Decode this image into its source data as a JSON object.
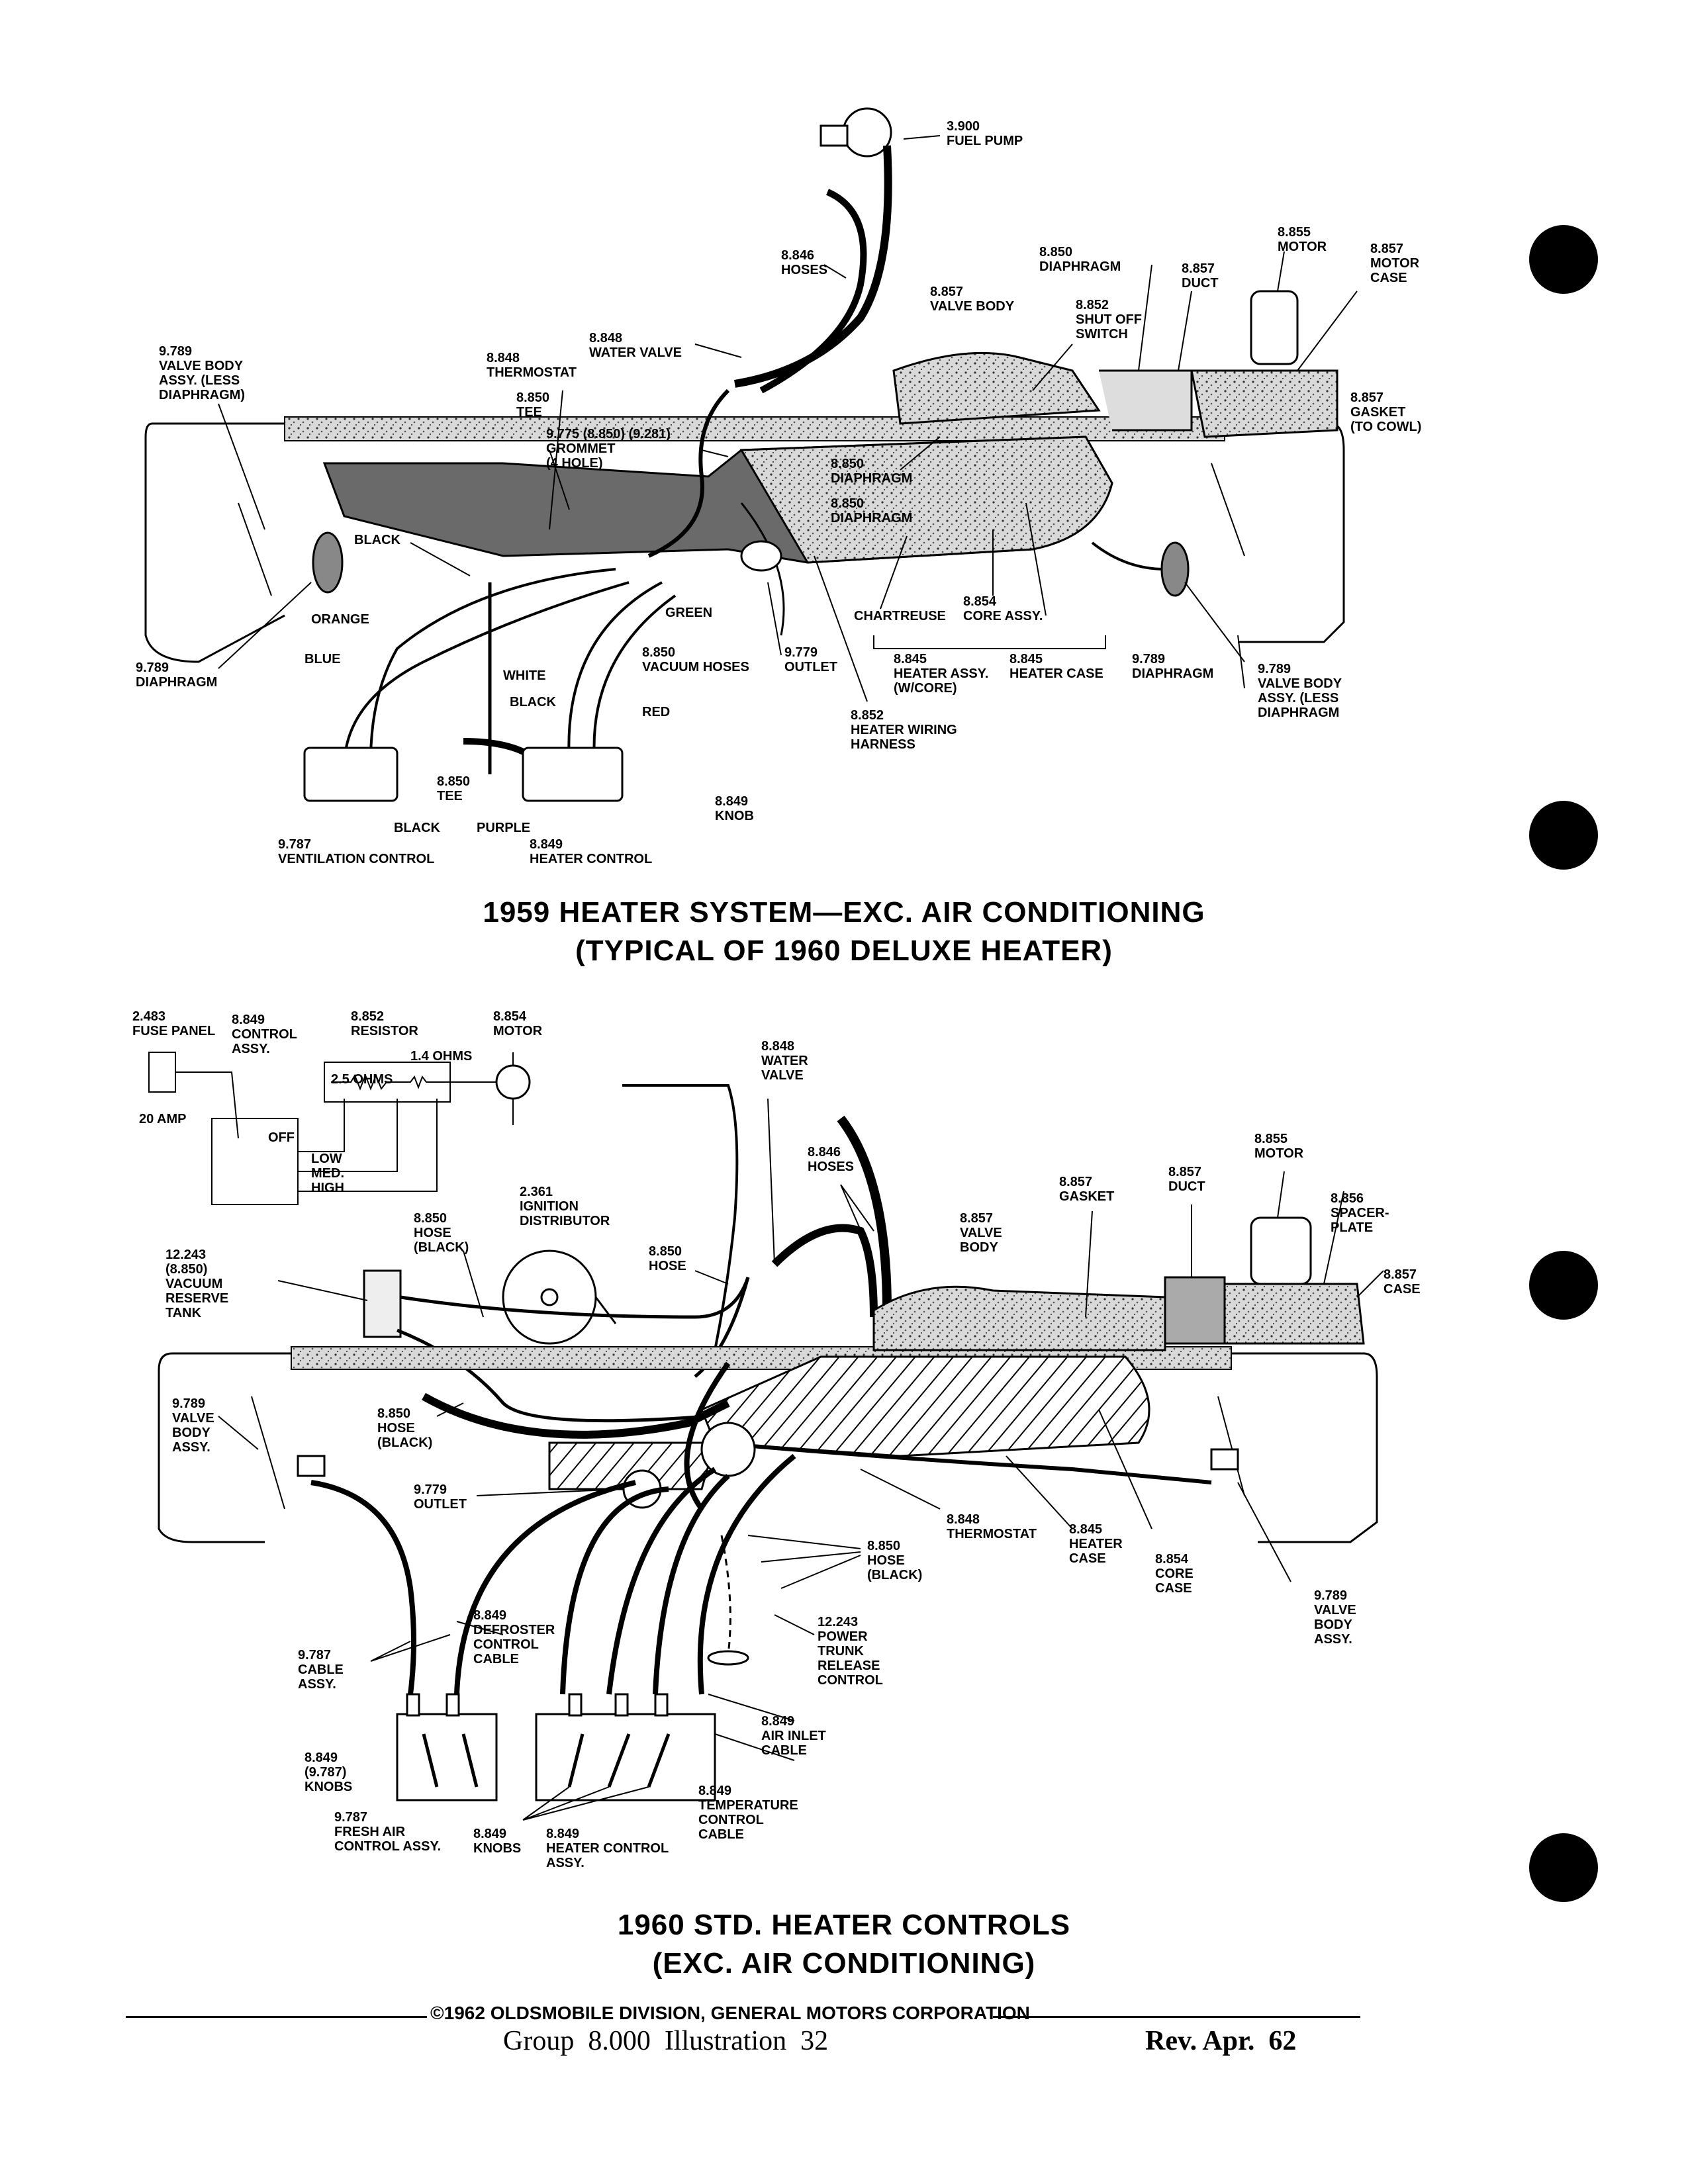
{
  "top": {
    "caption1": "1959 HEATER SYSTEM—EXC. AIR CONDITIONING",
    "caption2": "(TYPICAL OF 1960 DELUXE HEATER)",
    "labels": {
      "fuel_pump": [
        "3.900",
        "FUEL PUMP"
      ],
      "hoses": [
        "8.846",
        "HOSES"
      ],
      "diaphragm_top": [
        "8.850",
        "DIAPHRAGM"
      ],
      "valve_body": [
        "8.857",
        "VALVE BODY"
      ],
      "duct": [
        "8.857",
        "DUCT"
      ],
      "motor": [
        "8.855",
        "MOTOR"
      ],
      "motor_case": [
        "8.857",
        "MOTOR",
        "CASE"
      ],
      "shut_off_switch": [
        "8.852",
        "SHUT OFF",
        "SWITCH"
      ],
      "gasket": [
        "8.857",
        "GASKET",
        "(TO COWL)"
      ],
      "water_valve": [
        "8.848",
        "WATER VALVE"
      ],
      "thermostat": [
        "8.848",
        "THERMOSTAT"
      ],
      "tee_upper": [
        "8.850",
        "TEE"
      ],
      "grommet": [
        "9.775 (8.850) (9.281)",
        "GROMMET",
        "(4 HOLE)"
      ],
      "diaphragm_mid1": [
        "8.850",
        "DIAPHRAGM"
      ],
      "diaphragm_mid2": [
        "8.850",
        "DIAPHRAGM"
      ],
      "valve_body_left": [
        "9.789",
        "VALVE BODY",
        "ASSY. (LESS",
        "DIAPHRAGM)"
      ],
      "black1": [
        "BLACK"
      ],
      "orange": [
        "ORANGE"
      ],
      "blue": [
        "BLUE"
      ],
      "diaphragm_left": [
        "9.789",
        "DIAPHRAGM"
      ],
      "green": [
        "GREEN"
      ],
      "vacuum_hoses": [
        "8.850",
        "VACUUM HOSES"
      ],
      "white": [
        "WHITE"
      ],
      "black2": [
        "BLACK"
      ],
      "red": [
        "RED"
      ],
      "chartreuse": [
        "CHARTREUSE"
      ],
      "core_assy": [
        "8.854",
        "CORE ASSY."
      ],
      "outlet": [
        "9.779",
        "OUTLET"
      ],
      "heater_assy": [
        "8.845",
        "HEATER ASSY.",
        "(W/CORE)"
      ],
      "heater_case": [
        "8.845",
        "HEATER CASE"
      ],
      "diaphragm_right": [
        "9.789",
        "DIAPHRAGM"
      ],
      "valve_body_right": [
        "9.789",
        "VALVE BODY",
        "ASSY. (LESS",
        "DIAPHRAGM"
      ],
      "wiring_harness": [
        "8.852",
        "HEATER WIRING",
        "HARNESS"
      ],
      "tee_lower": [
        "8.850",
        "TEE"
      ],
      "knob": [
        "8.849",
        "KNOB"
      ],
      "black3": [
        "BLACK"
      ],
      "purple": [
        "PURPLE"
      ],
      "ventilation_control": [
        "9.787",
        "VENTILATION CONTROL"
      ],
      "heater_control": [
        "8.849",
        "HEATER CONTROL"
      ]
    }
  },
  "bottom": {
    "caption1": "1960 STD. HEATER CONTROLS",
    "caption2": "(EXC. AIR CONDITIONING)",
    "labels": {
      "fuse_panel": [
        "2.483",
        "FUSE PANEL"
      ],
      "amp": [
        "20 AMP"
      ],
      "control_assy": [
        "8.849",
        "CONTROL",
        "ASSY."
      ],
      "resistor": [
        "8.852",
        "RESISTOR"
      ],
      "ohms14": [
        "1.4 OHMS"
      ],
      "ohms25": [
        "2.5 OHMS"
      ],
      "motor_top": [
        "8.854",
        "MOTOR"
      ],
      "off": [
        "OFF"
      ],
      "low": [
        "LOW"
      ],
      "med": [
        "MED."
      ],
      "high": [
        "HIGH"
      ],
      "water_valve": [
        "8.848",
        "WATER",
        "VALVE"
      ],
      "hoses": [
        "8.846",
        "HOSES"
      ],
      "motor_right": [
        "8.855",
        "MOTOR"
      ],
      "duct": [
        "8.857",
        "DUCT"
      ],
      "gasket": [
        "8.857",
        "GASKET"
      ],
      "spacer_plate": [
        "8.856",
        "SPACER-",
        "PLATE"
      ],
      "valve_body": [
        "8.857",
        "VALVE",
        "BODY"
      ],
      "case": [
        "8.857",
        "CASE"
      ],
      "ignition_distributor": [
        "2.361",
        "IGNITION",
        "DISTRIBUTOR"
      ],
      "hose_black1": [
        "8.850",
        "HOSE",
        "(BLACK)"
      ],
      "hose_mid": [
        "8.850",
        "HOSE"
      ],
      "vacuum_tank": [
        "12.243",
        "(8.850)",
        "VACUUM",
        "RESERVE",
        "TANK"
      ],
      "valve_body_left": [
        "9.789",
        "VALVE",
        "BODY",
        "ASSY."
      ],
      "hose_black2": [
        "8.850",
        "HOSE",
        "(BLACK)"
      ],
      "outlet": [
        "9.779",
        "OUTLET"
      ],
      "thermostat": [
        "8.848",
        "THERMOSTAT"
      ],
      "heater_case": [
        "8.845",
        "HEATER",
        "CASE"
      ],
      "core_case": [
        "8.854",
        "CORE",
        "CASE"
      ],
      "hose_black3": [
        "8.850",
        "HOSE",
        "(BLACK)"
      ],
      "valve_body_right": [
        "9.789",
        "VALVE",
        "BODY",
        "ASSY."
      ],
      "cable_assy": [
        "9.787",
        "CABLE",
        "ASSY."
      ],
      "defroster_cable": [
        "8.849",
        "DEFROSTER",
        "CONTROL",
        "CABLE"
      ],
      "trunk_release": [
        "12.243",
        "POWER",
        "TRUNK",
        "RELEASE",
        "CONTROL"
      ],
      "air_inlet_cable": [
        "8.849",
        "AIR INLET",
        "CABLE"
      ],
      "knobs_left": [
        "8.849",
        "(9.787)",
        "KNOBS"
      ],
      "fresh_air": [
        "9.787",
        "FRESH AIR",
        "CONTROL ASSY."
      ],
      "knobs_mid": [
        "8.849",
        "KNOBS"
      ],
      "heater_control_assy": [
        "8.849",
        "HEATER CONTROL",
        "ASSY."
      ],
      "temp_cable": [
        "8.849",
        "TEMPERATURE",
        "CONTROL",
        "CABLE"
      ]
    }
  },
  "footer": {
    "copyright": "©1962 OLDSMOBILE DIVISION, GENERAL MOTORS CORPORATION",
    "group": "Group  8.000  Illustration  32",
    "rev": "Rev. Apr.  62"
  }
}
